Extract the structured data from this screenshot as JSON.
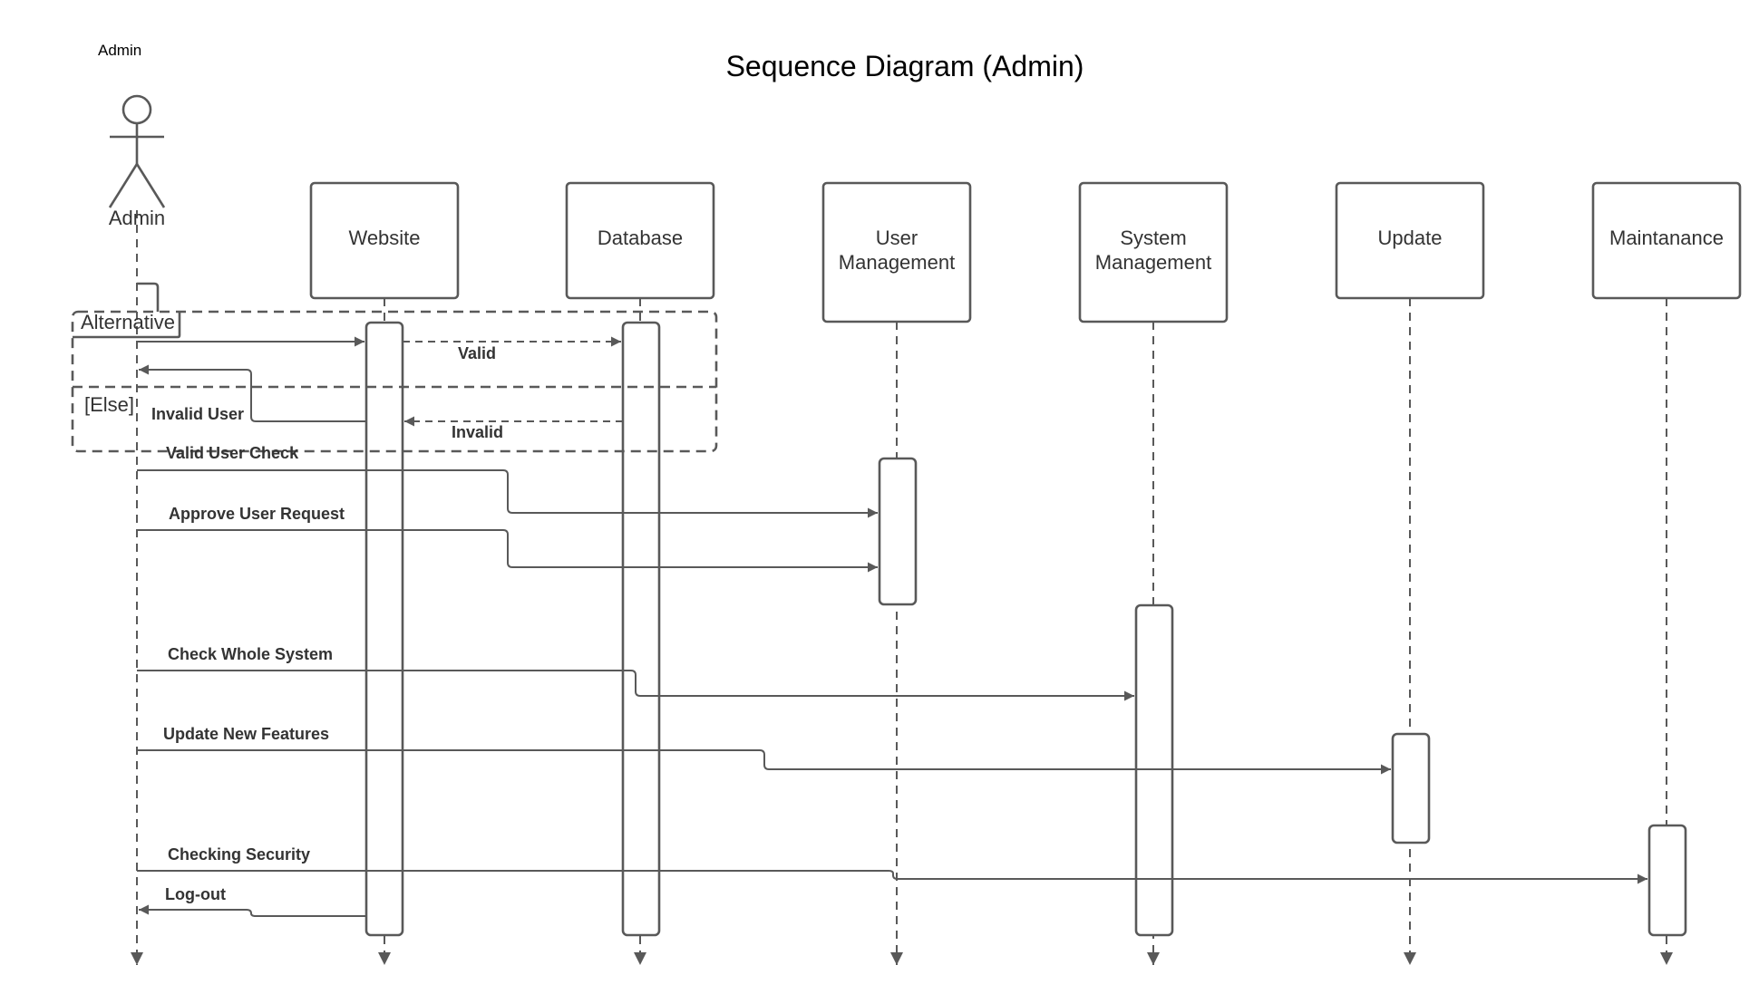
{
  "corner_label": "Admin",
  "title": "Sequence Diagram (Admin)",
  "actor": {
    "label": "Admin"
  },
  "participants": [
    {
      "id": "website",
      "lines": [
        "Website"
      ]
    },
    {
      "id": "database",
      "lines": [
        "Database"
      ]
    },
    {
      "id": "user-management",
      "lines": [
        "User",
        "Management"
      ]
    },
    {
      "id": "system-management",
      "lines": [
        "System",
        "Management"
      ]
    },
    {
      "id": "update",
      "lines": [
        "Update"
      ]
    },
    {
      "id": "maintanance",
      "lines": [
        "Maintanance"
      ]
    }
  ],
  "fragment": {
    "label": "Alternative",
    "else_label": "[Else]"
  },
  "messages": {
    "valid": "Valid",
    "invalid": "Invalid",
    "invalid_user": "Invalid User",
    "valid_user_check": "Valid User Check",
    "approve_user_request": "Approve User Request",
    "check_whole_system": "Check Whole System",
    "update_new_features": "Update New Features",
    "checking_security": "Checking Security",
    "log_out": "Log-out"
  },
  "colors": {
    "line": "#595959",
    "text": "#333333",
    "bold_text": "#333333"
  }
}
